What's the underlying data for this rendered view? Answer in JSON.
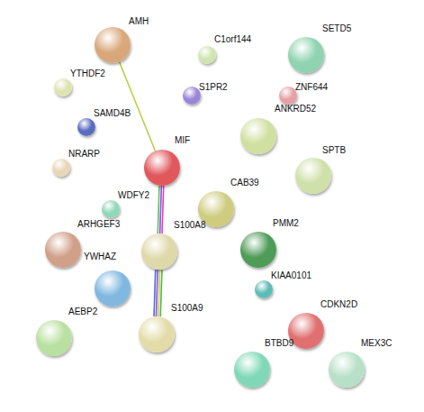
{
  "diagram": {
    "nodes": [
      {
        "text": [
          "AMH"
        ]
      },
      {
        "text": [
          "YTHDF2"
        ]
      },
      {
        "text": [
          "C1orf144"
        ]
      },
      {
        "text": [
          "SETD5"
        ]
      },
      {
        "text": [
          "S1PR2"
        ]
      },
      {
        "text": [
          "ZNF644"
        ]
      },
      {
        "text": [
          "SAMD4B"
        ]
      },
      {
        "text": [
          "ANKRD52"
        ]
      },
      {
        "text": [
          "MIF"
        ]
      },
      {
        "text": [
          "NRARP"
        ]
      },
      {
        "text": [
          "SPTB"
        ]
      },
      {
        "text": [
          "WDFY2"
        ]
      },
      {
        "text": [
          "CAB39"
        ]
      },
      {
        "text": [
          "S100A8"
        ]
      },
      {
        "text": [
          "ARHGEF3"
        ]
      },
      {
        "text": [
          "PMM2"
        ]
      },
      {
        "text": [
          "YWHAZ"
        ]
      },
      {
        "text": [
          "KIAA0101"
        ]
      },
      {
        "text": [
          "S100A9"
        ]
      },
      {
        "text": [
          "AEBP2"
        ]
      },
      {
        "text": [
          "CDKN2D"
        ]
      },
      {
        "text": [
          "BTBD9"
        ]
      },
      {
        "text": [
          "MEX3C"
        ]
      }
    ],
    "edges": [
      {
        "from": 0,
        "to": 8,
        "arrow": "none"
      },
      {
        "from": 8,
        "to": 13,
        "arrow": "none"
      },
      {
        "from": 13,
        "to": 18,
        "arrow": "none"
      }
    ]
  }
}
